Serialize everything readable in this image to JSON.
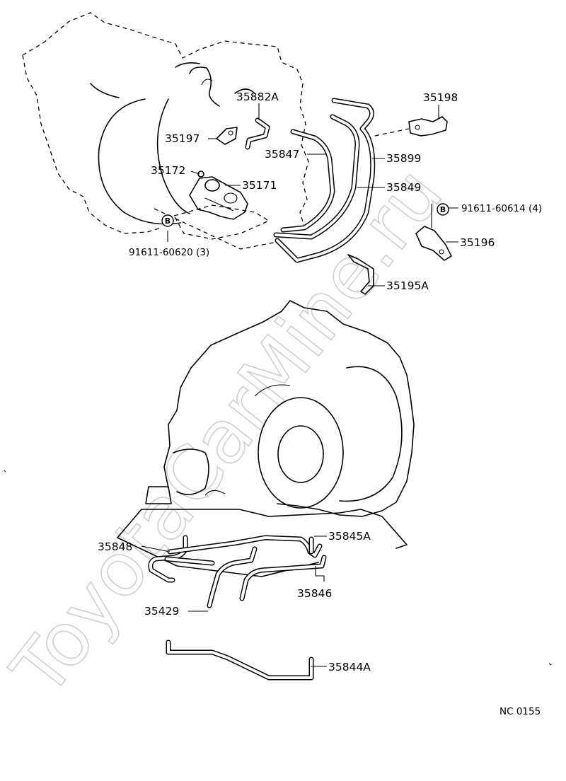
{
  "watermark": "ToyotaCarMine.ru",
  "figure_code": "NC 0155",
  "bolt_badge": "B",
  "parts": {
    "p35882A": "35882A",
    "p35197": "35197",
    "p35198": "35198",
    "p35847": "35847",
    "p35899": "35899",
    "p35172": "35172",
    "p35171": "35171",
    "p35849": "35849",
    "p91611_60614": "91611-60614 (4)",
    "p35196": "35196",
    "p91611_60620": "91611-60620 (3)",
    "p35195A": "35195A",
    "p35848": "35848",
    "p35845A": "35845A",
    "p35846": "35846",
    "p35429": "35429",
    "p35844A": "35844A"
  }
}
